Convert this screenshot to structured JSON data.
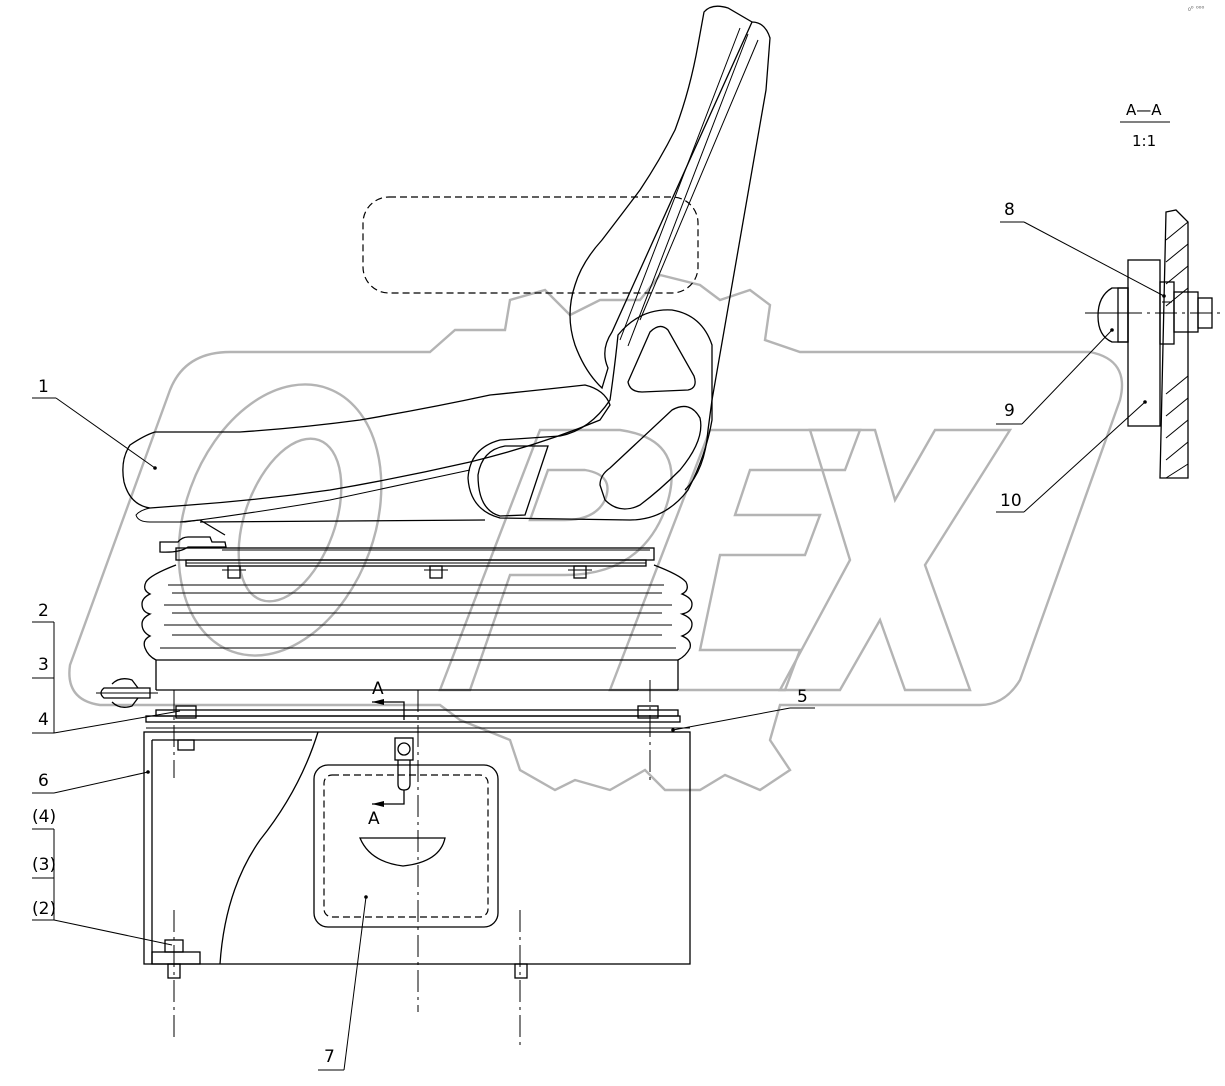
{
  "corner_mark": "₀⁰ ⁰⁰⁰",
  "watermark": {
    "text": "OPEX",
    "color": "#b4b4b4"
  },
  "section_view": {
    "title": "A—A",
    "scale": "1:1"
  },
  "cut_markers": {
    "top": "A",
    "bottom": "A"
  },
  "callouts": {
    "c1": "1",
    "c2": "2",
    "c3": "3",
    "c4": "4",
    "c5": "5",
    "c6": "6",
    "c7": "7",
    "c8": "8",
    "c9": "9",
    "c10": "10",
    "p4": "(4)",
    "p3": "(3)",
    "p2": "(2)"
  }
}
